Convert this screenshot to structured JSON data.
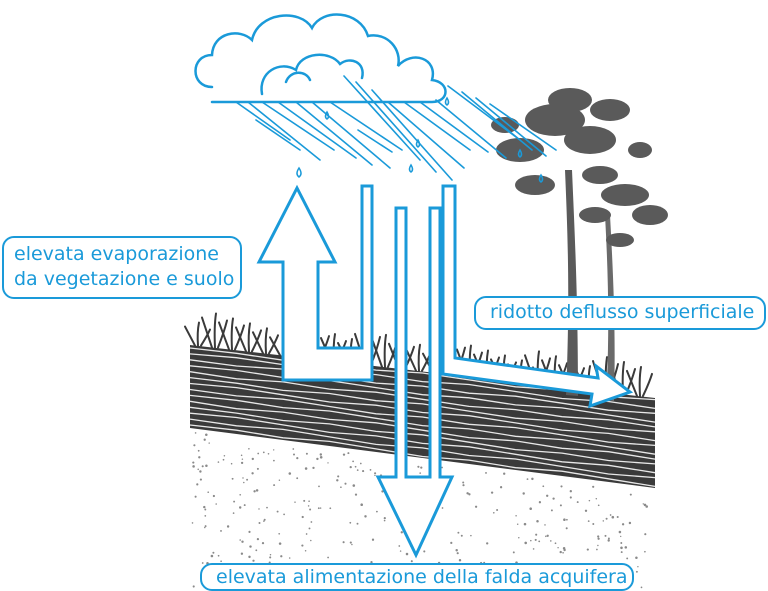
{
  "labels": {
    "evaporation_line1": "elevata evaporazione",
    "evaporation_line2": "da vegetazione e suolo",
    "runoff": "ridotto deflusso superficiale",
    "recharge": "elevata alimentazione della falda acquifera"
  },
  "colors": {
    "accent_blue": "#1a9ad9",
    "soil_dark": "#3a3a3a",
    "tree_gray": "#5a5a5a",
    "sand_dots": "#8a8a8a"
  },
  "icons": [
    "cloud-icon",
    "rain-icon",
    "tree-icon",
    "grass-icon",
    "evaporation-arrow-icon",
    "runoff-arrow-icon",
    "infiltration-arrow-icon"
  ]
}
